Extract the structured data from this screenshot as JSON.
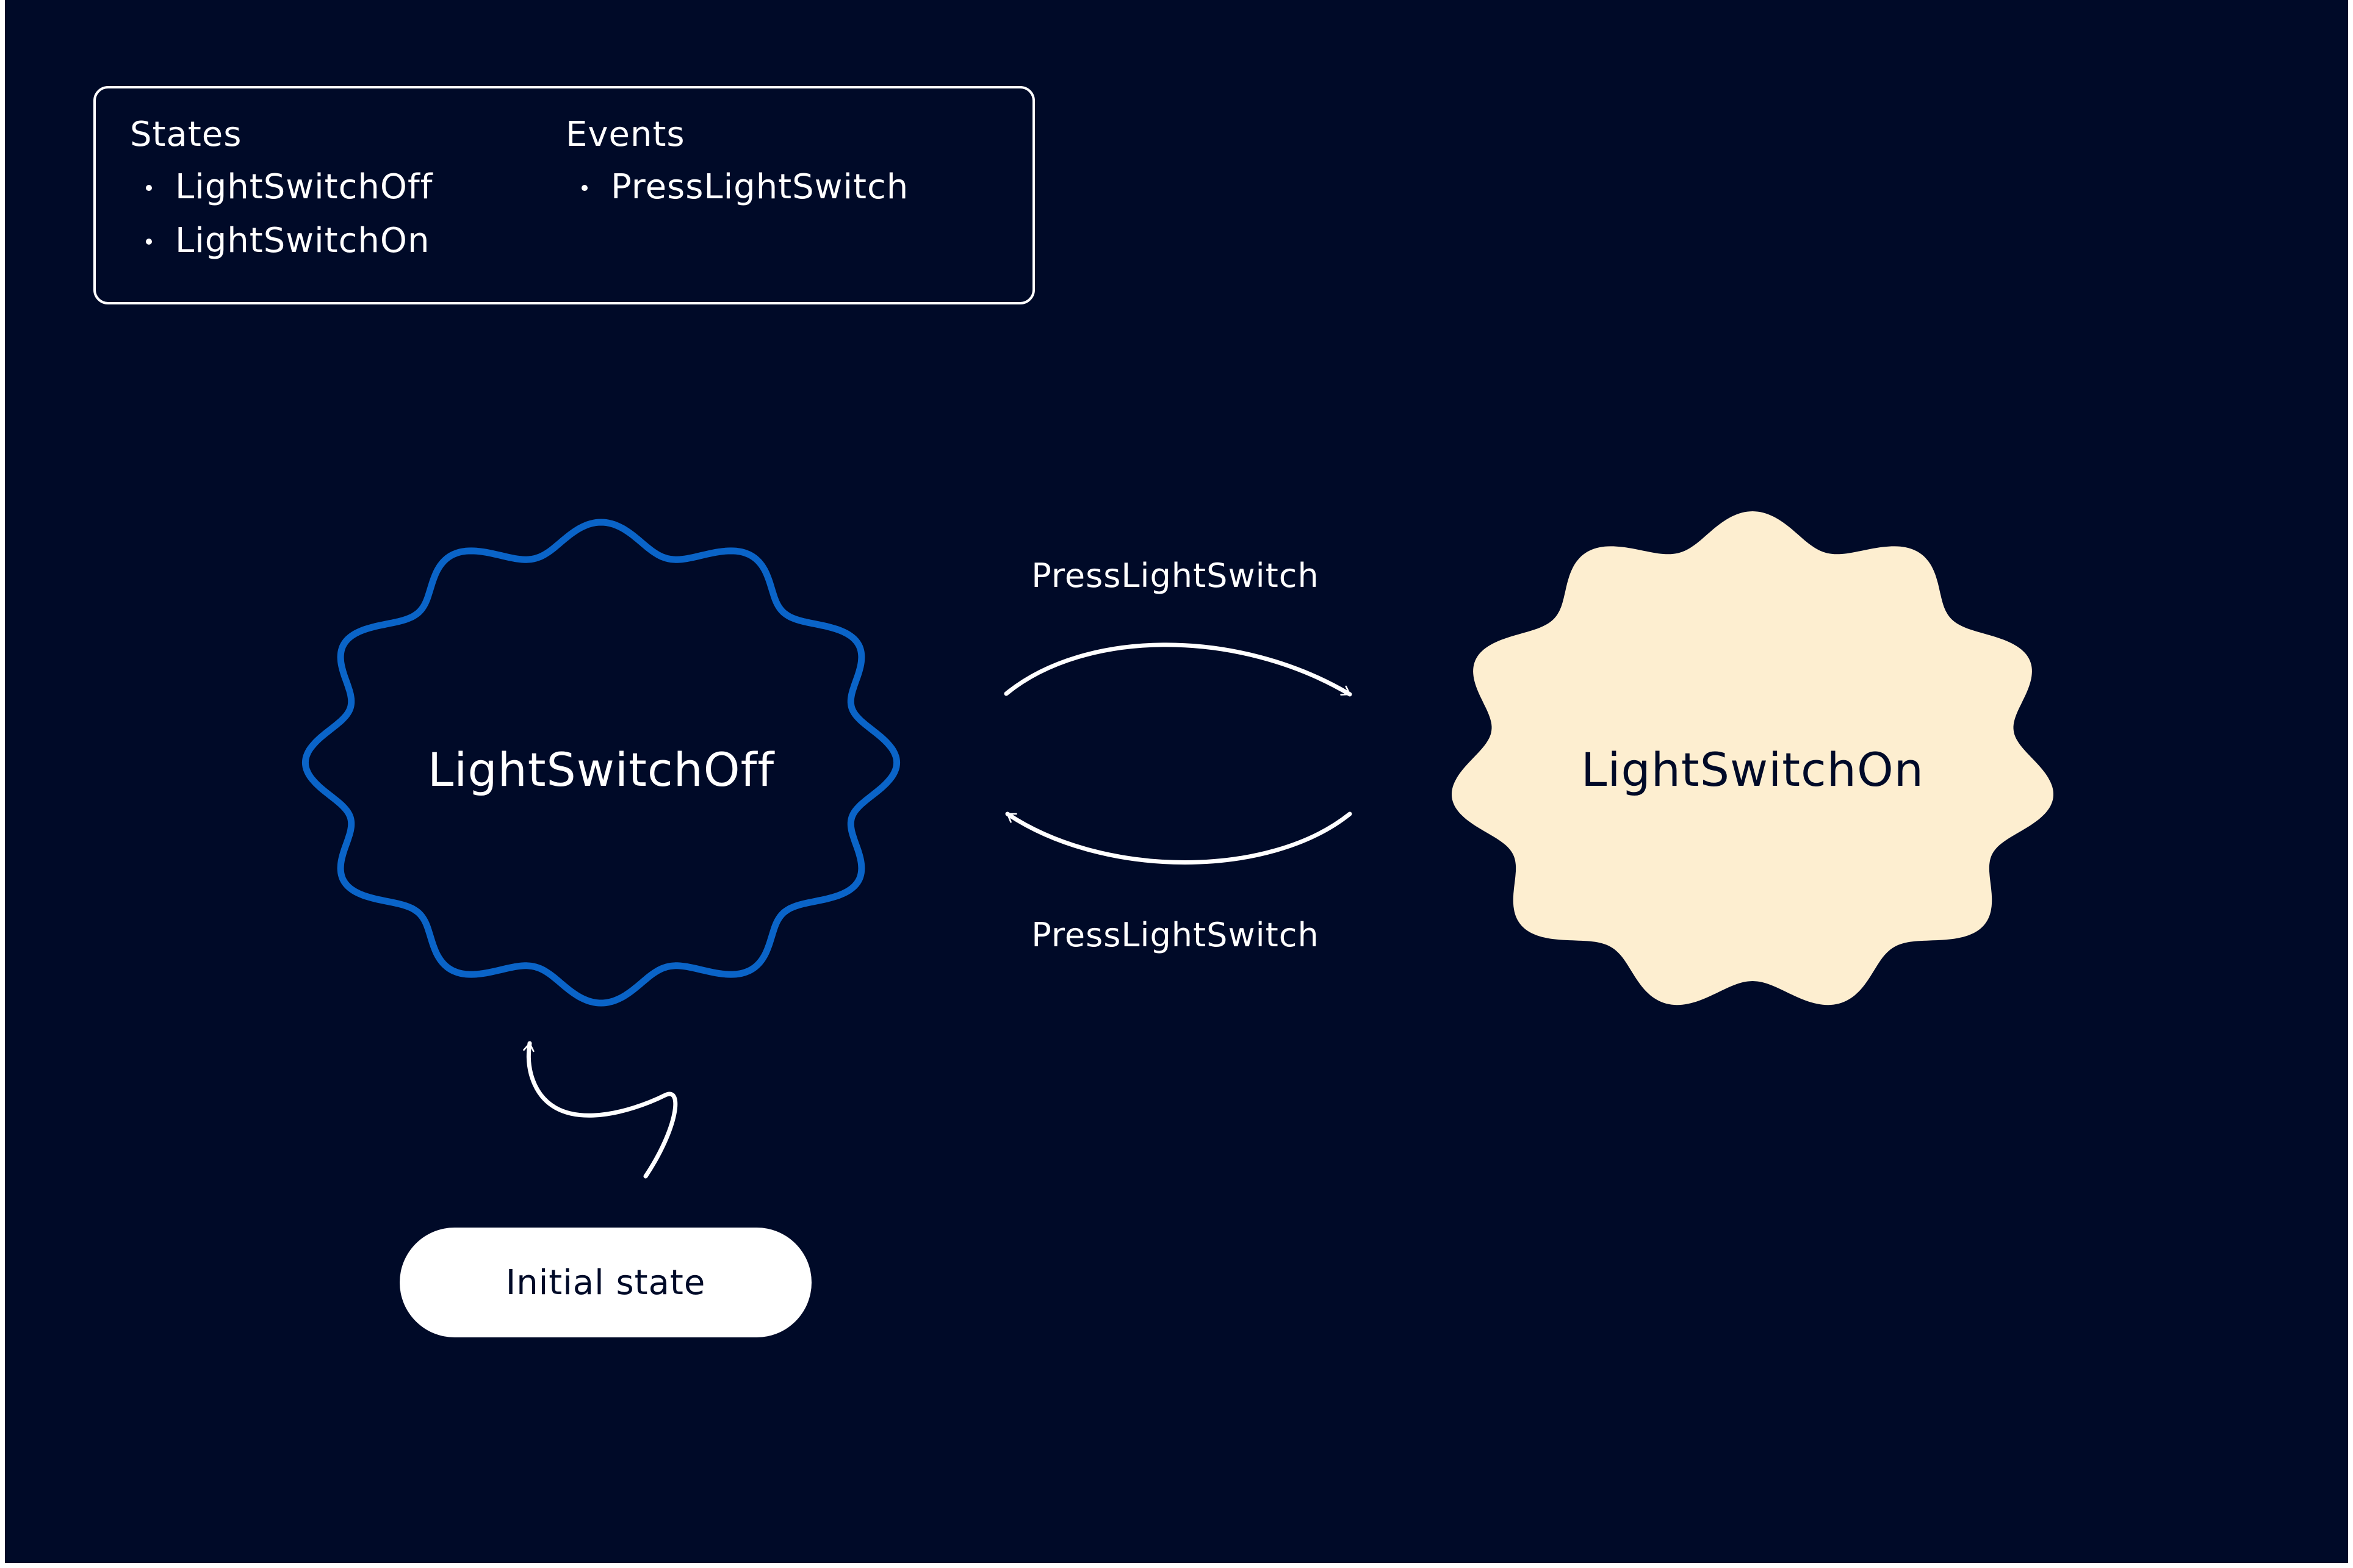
{
  "legend": {
    "states_heading": "States",
    "states": [
      "LightSwitchOff",
      "LightSwitchOn"
    ],
    "events_heading": "Events",
    "events": [
      "PressLightSwitch"
    ]
  },
  "nodes": {
    "off": {
      "label": "LightSwitchOff",
      "style": "outline",
      "color": "#0a64c8"
    },
    "on": {
      "label": "LightSwitchOn",
      "style": "filled",
      "color": "#fdeed0"
    }
  },
  "edges": {
    "off_to_on": {
      "label": "PressLightSwitch",
      "from": "LightSwitchOff",
      "to": "LightSwitchOn"
    },
    "on_to_off": {
      "label": "PressLightSwitch",
      "from": "LightSwitchOn",
      "to": "LightSwitchOff"
    }
  },
  "initial": {
    "label": "Initial state",
    "target": "LightSwitchOff"
  },
  "colors": {
    "background": "#000a28",
    "foreground": "#ffffff",
    "off_outline": "#0a64c8",
    "on_fill": "#fdeed0"
  }
}
